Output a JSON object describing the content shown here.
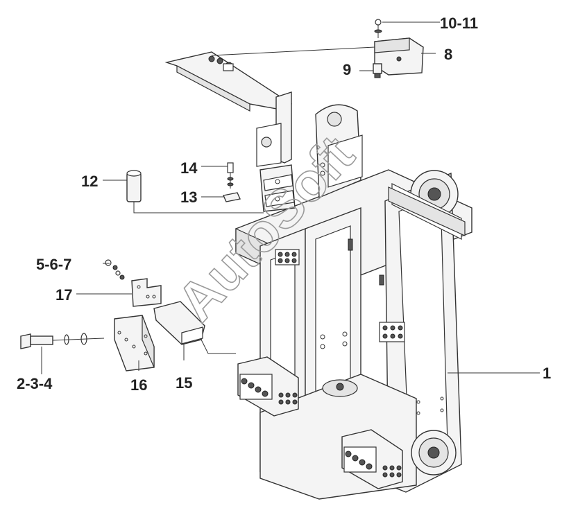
{
  "callouts": {
    "c1": "1",
    "c2_3_4": "2-3-4",
    "c5_6_7": "5-6-7",
    "c8": "8",
    "c9": "9",
    "c10_11": "10-11",
    "c12": "12",
    "c13": "13",
    "c14": "14",
    "c15": "15",
    "c16": "16",
    "c17": "17"
  },
  "watermark": "AutoSoft",
  "colors": {
    "line": "#333333",
    "fill": "#f4f4f4",
    "watermark": "#9a9a9a"
  }
}
